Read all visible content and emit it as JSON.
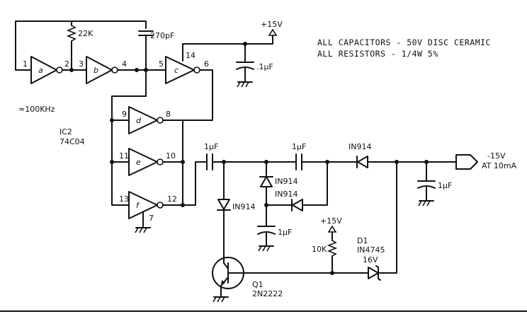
{
  "notes": {
    "capacitors": "ALL CAPACITORS - 50V DISC CERAMIC",
    "resistors": "ALL RESISTORS - 1/4W 5%"
  },
  "oscillator": {
    "frequency": "≈100KHz"
  },
  "ic": {
    "ref": "IC2",
    "part": "74C04"
  },
  "gates": {
    "a": {
      "letter": "a",
      "in_pin": "1",
      "out_pin": "2"
    },
    "b": {
      "letter": "b",
      "in_pin": "3",
      "out_pin": "4"
    },
    "c": {
      "letter": "c",
      "in_pin": "5",
      "out_pin": "6",
      "vcc_pin": "14"
    },
    "d": {
      "letter": "d",
      "in_pin": "9",
      "out_pin": "8"
    },
    "e": {
      "letter": "e",
      "in_pin": "11",
      "out_pin": "10"
    },
    "f": {
      "letter": "f",
      "in_pin": "13",
      "out_pin": "12",
      "gnd_pin": "7"
    }
  },
  "components": {
    "r_feedback": "22K",
    "c_timing": "270pF",
    "c_bypass": ".1μF",
    "c1": "1μF",
    "c2": "1μF",
    "c3": "1μF",
    "c4": "1μF",
    "d_a": "IN914",
    "d_b": "IN914",
    "d_c": "IN914",
    "d_d": "IN914",
    "r_bias": "10K",
    "zener_ref": "D1",
    "zener_part": "IN4745",
    "zener_volt": "16V",
    "q_ref": "Q1",
    "q_part": "2N2222"
  },
  "supply": {
    "vcc1": "+15V",
    "vcc2": "+15V"
  },
  "output": {
    "line1": "-15V",
    "line2": "AT 10mA"
  }
}
